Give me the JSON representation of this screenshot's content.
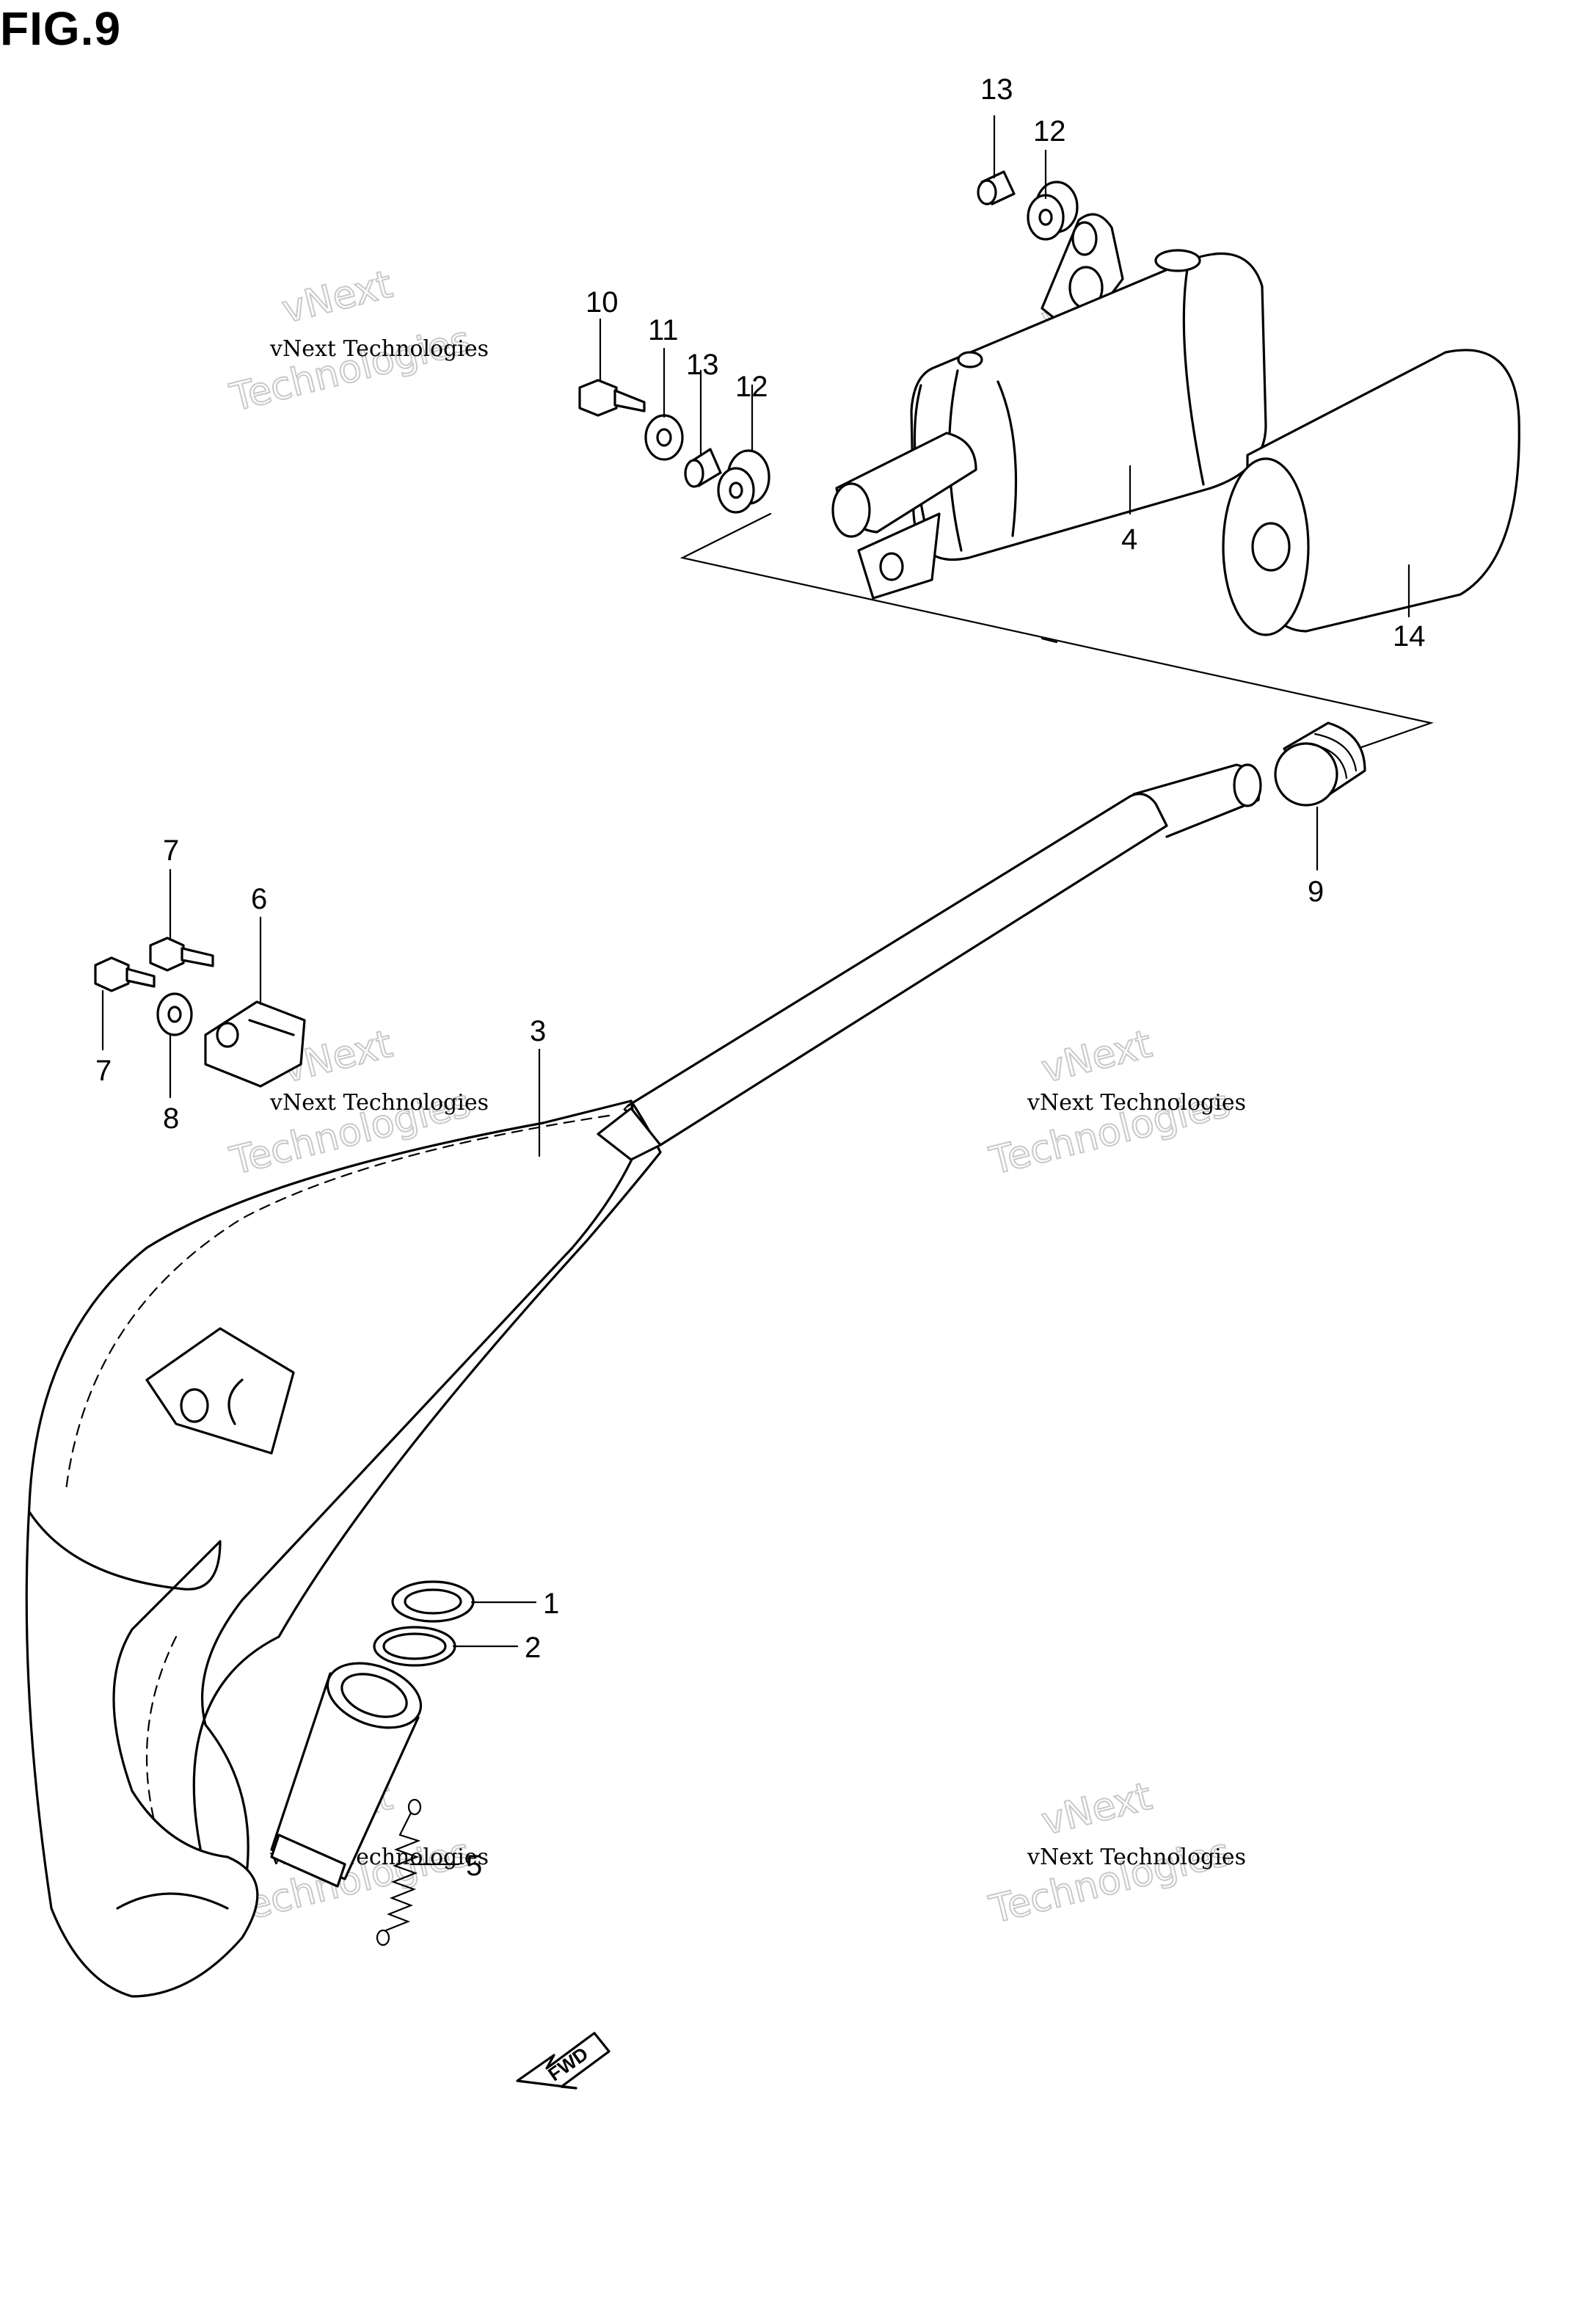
{
  "figure": {
    "title": "FIG.9"
  },
  "callouts": {
    "p1": "1",
    "p2": "2",
    "p3": "3",
    "p4": "4",
    "p5": "5",
    "p6": "6",
    "p7a": "7",
    "p7b": "7",
    "p8": "8",
    "p9": "9",
    "p10": "10",
    "p11": "11",
    "p12a": "12",
    "p12b": "12",
    "p13a": "13",
    "p13b": "13",
    "p14": "14"
  },
  "watermark": {
    "line1": "vNext",
    "line2": "vNext Technologies",
    "line3": "Technologies"
  },
  "fwd_label": "FWD"
}
